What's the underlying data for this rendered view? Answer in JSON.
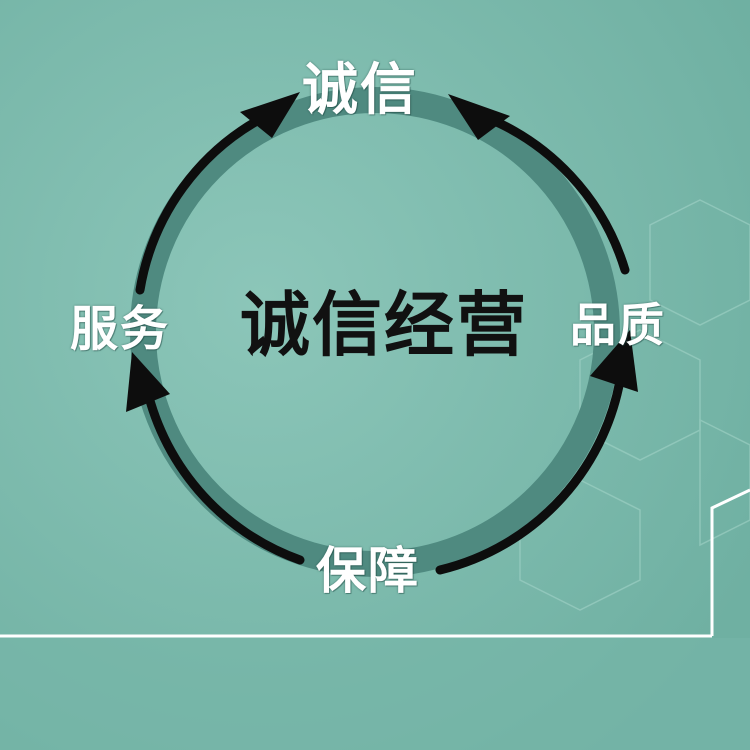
{
  "diagram": {
    "center_text": "诚信经营",
    "nodes": {
      "top": "诚信",
      "right": "品质",
      "bottom": "保障",
      "left": "服务"
    }
  },
  "colors": {
    "background": "#79b9ab",
    "background_light": "#8cc6b9",
    "ring": "#4f8a80",
    "arrow": "#0d0d0d",
    "outer_text": "#ffffff",
    "center_text": "#111111",
    "frame_line": "#ffffff"
  }
}
